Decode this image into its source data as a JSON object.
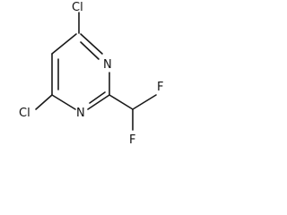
{
  "molecule": {
    "atoms": {
      "cl_top": "Cl",
      "n_upper": "N",
      "n_lower": "N",
      "cl_bottom": "Cl",
      "f_upper": "F",
      "f_lower": "F"
    }
  }
}
